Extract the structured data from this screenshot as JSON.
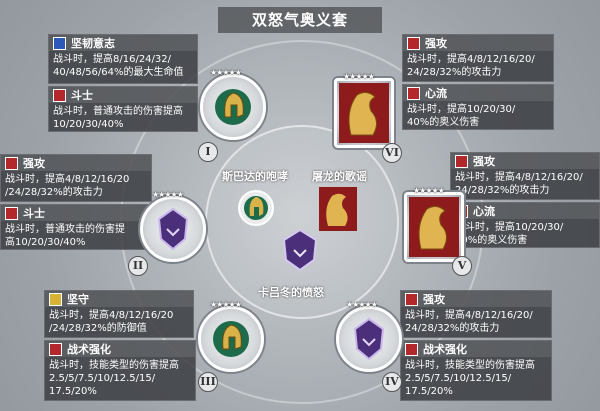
{
  "title": "双怒气奥义套",
  "center": {
    "label_left": "斯巴达的咆哮",
    "label_right": "屠龙的歌谣",
    "label_bottom": "卡吕冬的愤怒"
  },
  "slots": [
    {
      "numeral": "I",
      "stars": "★★★★★",
      "emblem": "spartan-helmet-icon"
    },
    {
      "numeral": "VI",
      "stars": "★★★★★",
      "emblem": "golden-dragon-icon"
    },
    {
      "numeral": "II",
      "stars": "★★★★★",
      "emblem": "boar-mask-icon"
    },
    {
      "numeral": "V",
      "stars": "★★★★★",
      "emblem": "golden-dragon-icon"
    },
    {
      "numeral": "III",
      "stars": "★★★★★",
      "emblem": "spartan-helmet-icon"
    },
    {
      "numeral": "IV",
      "stars": "★★★★★",
      "emblem": "boar-mask-icon"
    }
  ],
  "panels": {
    "tl1": {
      "name": "坚韧意志",
      "desc": "战斗时，提高8/16/24/32/\n40/48/56/64%的最大生命值",
      "color": "#2c58b8"
    },
    "tl2": {
      "name": "斗士",
      "desc": "战斗时，普通攻击的伤害提高\n10/20/30/40%",
      "color": "#b3282a"
    },
    "tr1": {
      "name": "强攻",
      "desc": "战斗时，提高4/8/12/16/20/\n24/28/32%的攻击力",
      "color": "#b3282a"
    },
    "tr2": {
      "name": "心流",
      "desc": "战斗时，提高10/20/30/\n40%的奥义伤害",
      "color": "#b3282a"
    },
    "ml1": {
      "name": "强攻",
      "desc": "战斗时，提高4/8/12/16/20\n/24/28/32%的攻击力",
      "color": "#b3282a"
    },
    "ml2": {
      "name": "斗士",
      "desc": "战斗时，普通攻击的伤害提\n高10/20/30/40%",
      "color": "#b3282a"
    },
    "mr1": {
      "name": "强攻",
      "desc": "战斗时，提高4/8/12/16/20/\n24/28/32%的攻击力",
      "color": "#b3282a"
    },
    "mr2": {
      "name": "心流",
      "desc": "战斗时，提高10/20/30/\n40%的奥义伤害",
      "color": "#b3282a"
    },
    "bl1": {
      "name": "坚守",
      "desc": "战斗时，提高4/8/12/16/20\n/24/28/32%的防御值",
      "color": "#d8b234"
    },
    "bl2": {
      "name": "战术强化",
      "desc": "战斗时，技能类型的伤害提高\n2.5/5/7.5/10/12.5/15/\n17.5/20%",
      "color": "#b3282a"
    },
    "br1": {
      "name": "强攻",
      "desc": "战斗时，提高4/8/12/16/20/\n24/28/32%的攻击力",
      "color": "#b3282a"
    },
    "br2": {
      "name": "战术强化",
      "desc": "战斗时，技能类型的伤害提高\n2.5/5/7.5/10/12.5/15/\n17.5/20%",
      "color": "#b3282a"
    }
  }
}
